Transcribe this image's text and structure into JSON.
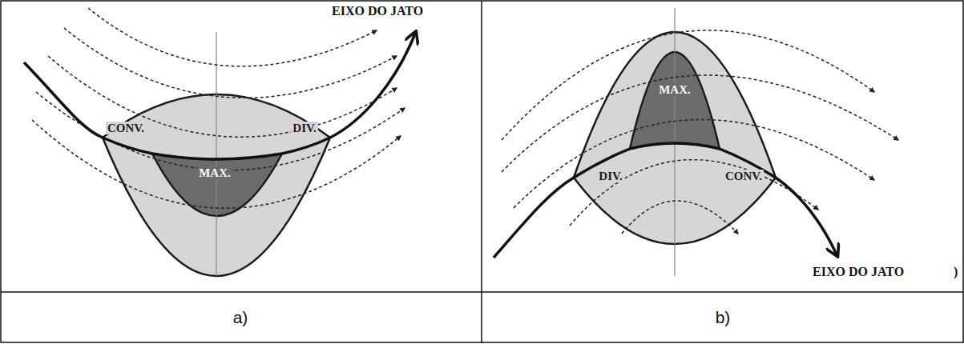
{
  "diagram": {
    "labels": [
      "CONV.",
      "MAX.",
      "DIV.",
      "EIXO DO JATO",
      "a)",
      "MAX.",
      "DIV.",
      "CONV.",
      "EIXO DO JATO",
      ")",
      "b)"
    ]
  }
}
